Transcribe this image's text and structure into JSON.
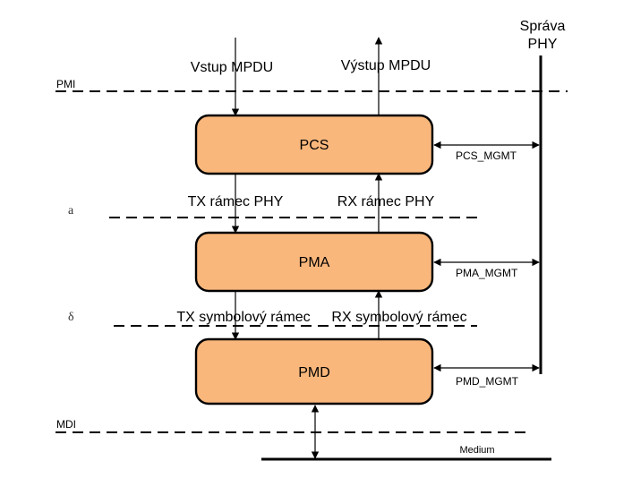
{
  "colors": {
    "block_fill": "#f9b77c",
    "line": "#000000",
    "background": "#ffffff"
  },
  "management": {
    "title_line1": "Správa",
    "title_line2": "PHY"
  },
  "interfaces": {
    "pmi": "PMI",
    "a_label": "a",
    "delta": "δ",
    "mdi": "MDI"
  },
  "blocks": {
    "pcs": "PCS",
    "pma": "PMA",
    "pmd": "PMD"
  },
  "flows": {
    "input_mpdu": "Vstup MPDU",
    "output_mpdu": "Výstup MPDU",
    "tx_frame": "TX rámec PHY",
    "rx_frame": "RX rámec PHY",
    "tx_symbol": "TX symbolový rámec",
    "rx_symbol": "RX symbolový rámec"
  },
  "mgmt_links": {
    "pcs": "PCS_MGMT",
    "pma": "PMA_MGMT",
    "pmd": "PMD_MGMT"
  },
  "medium": "Medium"
}
